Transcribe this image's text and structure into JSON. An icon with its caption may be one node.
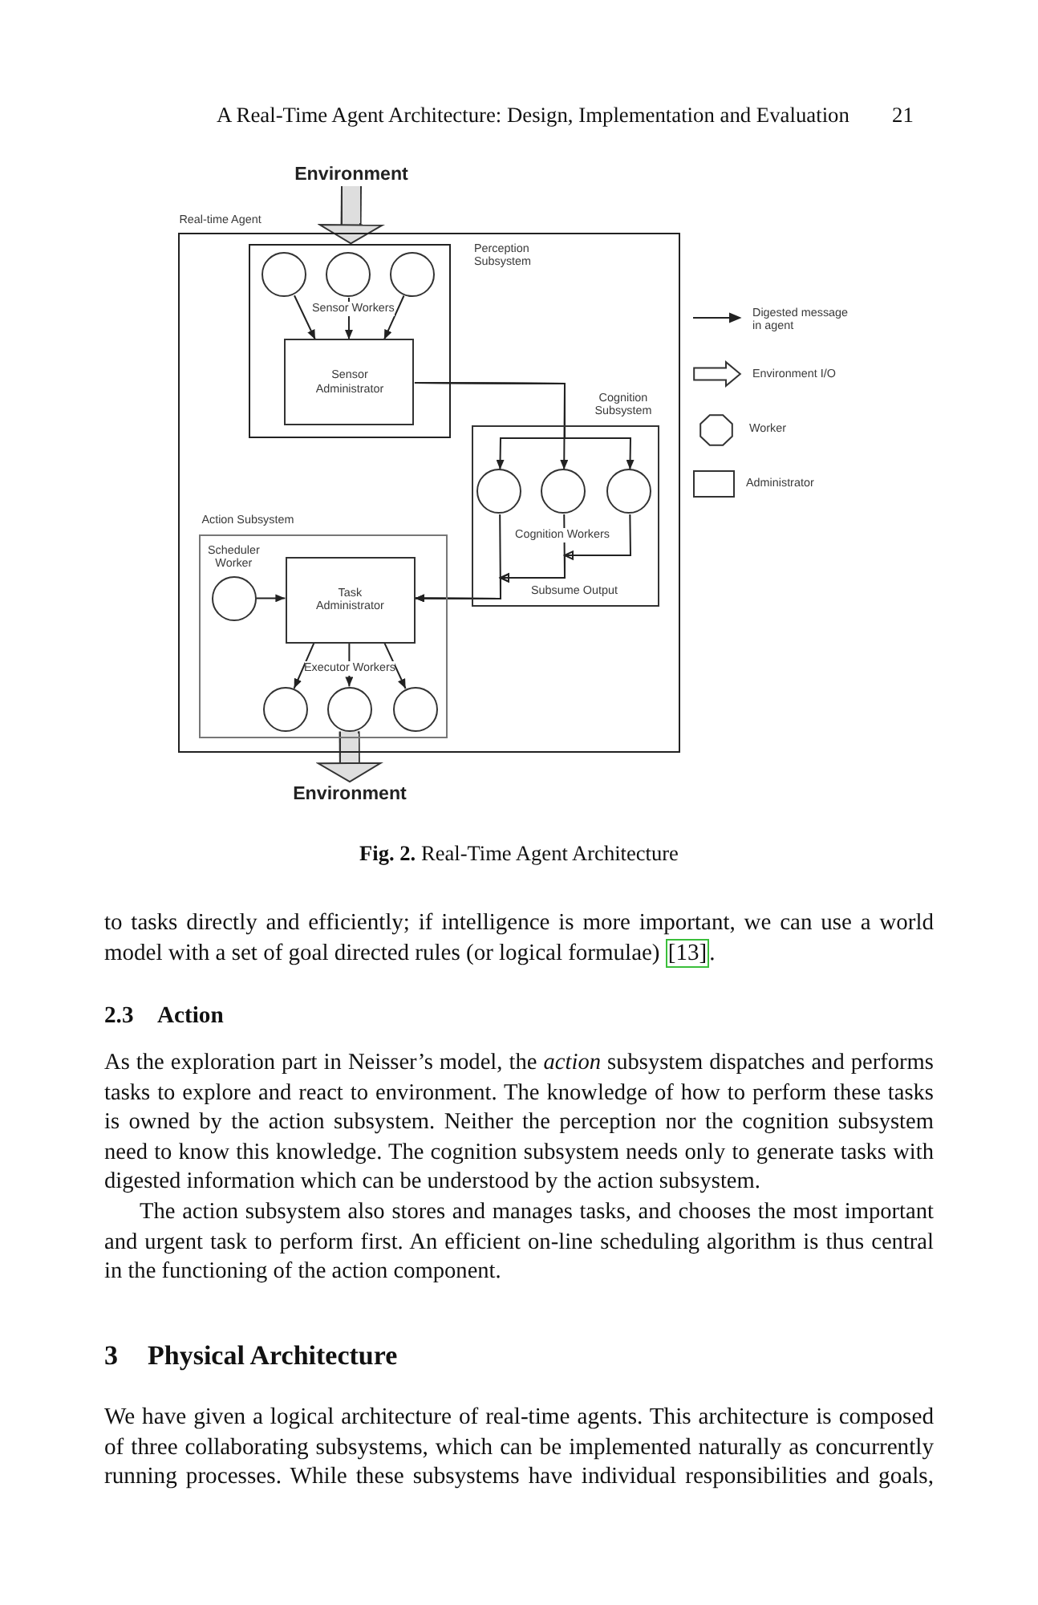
{
  "diagram": {
    "caption": "**Fig. 2.** Real-Time Agent Architecture",
    "nodes": [
      {
        "text": [
          "Environment"
        ]
      },
      {
        "text": [
          "Real-time Agent"
        ]
      },
      {
        "text": [
          "Perception Subsystem"
        ],
        "in": 1
      },
      {
        "text": [],
        "shape": "circle",
        "in": 2
      },
      {
        "text": [],
        "shape": "circle",
        "in": 2
      },
      {
        "text": [],
        "shape": "circle",
        "in": 2
      },
      {
        "text": [
          "Sensor Administrator"
        ],
        "in": 2
      },
      {
        "text": [
          "Cognition Subsystem"
        ],
        "in": 1
      },
      {
        "text": [],
        "shape": "circle",
        "in": 7
      },
      {
        "text": [],
        "shape": "circle",
        "in": 7
      },
      {
        "text": [],
        "shape": "circle",
        "in": 7
      },
      {
        "text": [
          "Action Subsystem"
        ],
        "in": 1
      },
      {
        "text": [],
        "shape": "circle",
        "in": 11,
        "beside": [
          "Scheduler Worker"
        ]
      },
      {
        "text": [
          "Task Administrator"
        ],
        "in": 11
      },
      {
        "text": [],
        "shape": "circle",
        "in": 11
      },
      {
        "text": [],
        "shape": "circle",
        "in": 11
      },
      {
        "text": [],
        "shape": "circle",
        "in": 11
      },
      {
        "text": [
          "Environment"
        ]
      }
    ],
    "edges": [
      {
        "from": 0,
        "to": 2,
        "arrow": "to",
        "style": "thick"
      },
      {
        "from": 3,
        "to": 6,
        "arrow": "to"
      },
      {
        "from": 4,
        "to": 6,
        "arrow": "to"
      },
      {
        "from": 5,
        "to": 6,
        "arrow": "to"
      },
      {
        "from": 6,
        "to": 8,
        "arrow": "to"
      },
      {
        "from": 6,
        "to": 9,
        "arrow": "to"
      },
      {
        "from": 6,
        "to": 10,
        "arrow": "to"
      },
      {
        "from": 8,
        "to": 13,
        "arrow": "to"
      },
      {
        "from": 9,
        "to": 13,
        "arrow": "to"
      },
      {
        "from": 10,
        "to": 13,
        "arrow": "to"
      },
      {
        "from": 12,
        "to": 13,
        "arrow": "to"
      },
      {
        "from": 13,
        "to": 14,
        "arrow": "to"
      },
      {
        "from": 13,
        "to": 15,
        "arrow": "to"
      },
      {
        "from": 13,
        "to": 16,
        "arrow": "to"
      },
      {
        "from": 15,
        "to": 17,
        "arrow": "to",
        "style": "thick"
      }
    ],
    "labels": [
      "A Real-Time Agent Architecture: Design, Implementation and Evaluation",
      "21",
      "Sensor Workers",
      "Cognition Workers",
      "Subsume Output",
      "Executor Workers",
      "to tasks directly and efficiently; if intelligence is more important, we can use a world model with a set of goal directed rules (or logical formulae) [13].",
      "2.3",
      "Action",
      "As the exploration part in Neisser’s model, the *action* subsystem dispatches and performs tasks to explore and react to environment. The knowledge of how to perform these tasks is owned by the action subsystem. Neither the perception nor the cognition subsystem need to know this knowledge. The cognition subsystem needs only to generate tasks with digested information which can be understood by the action subsystem.",
      "The action subsystem also stores and manages tasks, and chooses the most important and urgent task to perform first. An efficient on-line scheduling algorithm is thus central in the functioning of the action component.",
      "3",
      "Physical Architecture",
      "We have given a logical architecture of real-time agents. This architecture is composed of three collaborating subsystems, which can be implemented naturally as concurrently running processes. While these subsystems have individual responsibilities and goals,"
    ],
    "legend": [
      {
        "text": "Digested message in agent"
      },
      {
        "text": "Environment I/O"
      },
      {
        "text": "Worker"
      },
      {
        "text": "Administrator"
      }
    ]
  }
}
